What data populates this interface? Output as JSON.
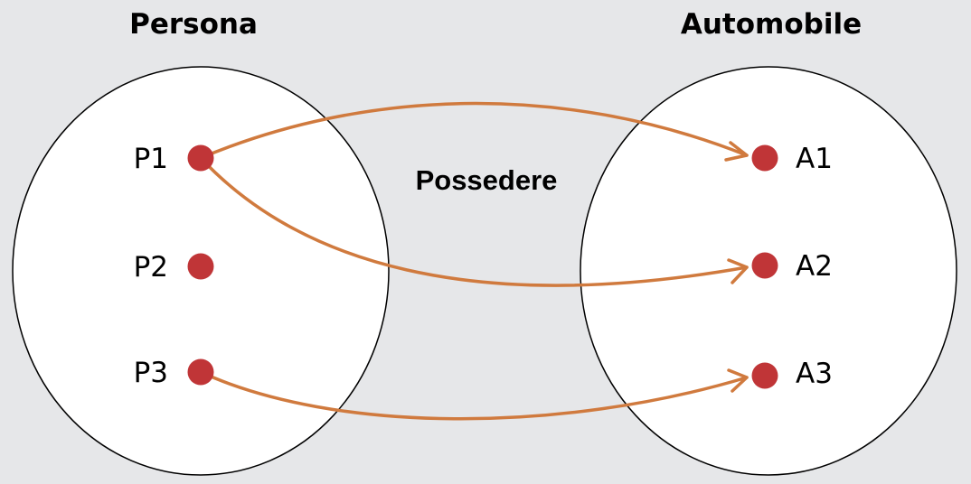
{
  "diagram": {
    "type": "set-mapping",
    "colors": {
      "background": "#e6e7e9",
      "set_fill": "#ffffff",
      "set_stroke": "#000000",
      "node": "#c03537",
      "arrow": "#d07a3e"
    },
    "relation_label": "Possedere",
    "sets": [
      {
        "id": "persona",
        "title": "Persona",
        "elements": [
          {
            "id": "P1",
            "label": "P1"
          },
          {
            "id": "P2",
            "label": "P2"
          },
          {
            "id": "P3",
            "label": "P3"
          }
        ]
      },
      {
        "id": "automobile",
        "title": "Automobile",
        "elements": [
          {
            "id": "A1",
            "label": "A1"
          },
          {
            "id": "A2",
            "label": "A2"
          },
          {
            "id": "A3",
            "label": "A3"
          }
        ]
      }
    ],
    "mappings": [
      {
        "from": "P1",
        "to": "A1"
      },
      {
        "from": "P1",
        "to": "A2"
      },
      {
        "from": "P3",
        "to": "A3"
      }
    ]
  }
}
